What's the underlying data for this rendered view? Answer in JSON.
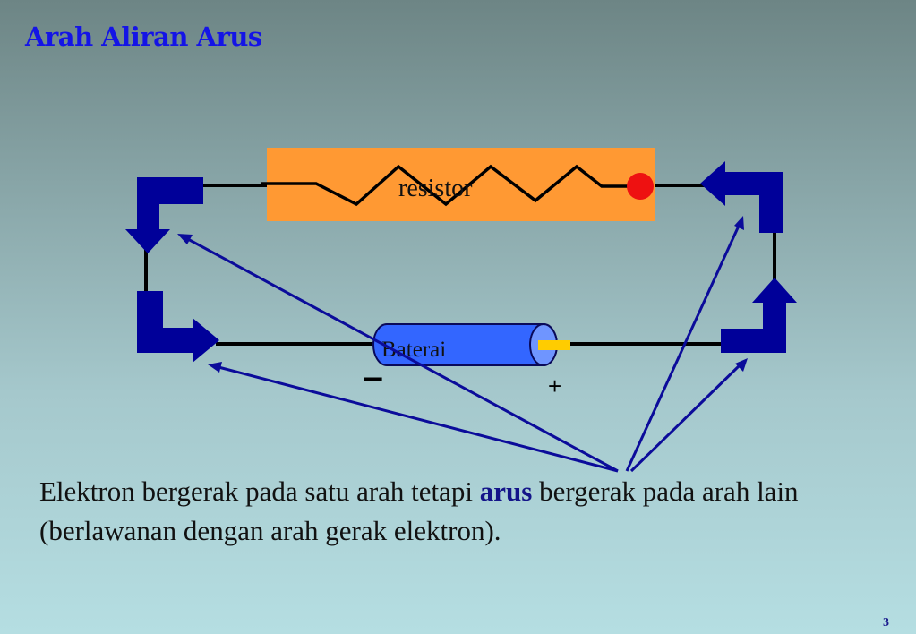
{
  "slide": {
    "title": "Arah Aliran Arus",
    "page_number": "3"
  },
  "diagram": {
    "resistor_label": "resistor",
    "battery_label": "Baterai",
    "minus_sign": "−",
    "plus_sign": "+",
    "colors": {
      "resistor_box": "#ff9933",
      "battery_body": "#3366ff",
      "battery_terminal": "#ffcc00",
      "electron": "#ee1111",
      "current_arrows": "#000099",
      "pointer_lines": "#0b0b9a",
      "wire": "#000000"
    },
    "icons": [
      "current-direction-arrow-icon",
      "electron-icon",
      "resistor-zigzag-icon",
      "battery-icon"
    ]
  },
  "caption": {
    "before": "Elektron bergerak pada satu arah tetapi ",
    "highlight": "arus",
    "after": " bergerak pada arah lain (berlawanan dengan arah gerak elektron)."
  }
}
